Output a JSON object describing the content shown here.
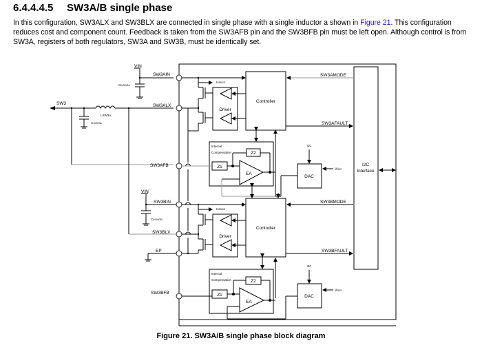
{
  "heading": {
    "number": "6.4.4.4.5",
    "title": "SW3A/B single phase"
  },
  "paragraph": {
    "part1": "In this configuration, SW3ALX and SW3BLX are connected in single phase with a single inductor a shown in ",
    "link": "Figure 21",
    "part2": ". This configuration reduces cost and component count. Feedback is taken from the SW3AFB pin and the SW3BFB pin must be left open. Although control is from SW3A, registers of both regulators, SW3A and SW3B, must be identically set."
  },
  "diagram": {
    "output_label": "SW3",
    "vin_labels": [
      "VIN",
      "VIN"
    ],
    "caps": {
      "cin_a": "C",
      "cin_a_sub": "INSW3A",
      "cout_a": "C",
      "cout_a_sub": "OSW3A",
      "cin_b": "C",
      "cin_b_sub": "INSW3B"
    },
    "inductor": {
      "name": "L",
      "sub": "SW3A"
    },
    "pins": {
      "sw3ain": "SW3AIN",
      "sw3alx": "SW3ALX",
      "sw3afb": "SW3AFB",
      "sw3bin": "SW3BIN",
      "sw3blx": "SW3BLX",
      "ep": "EP",
      "sw3bfb": "SW3BFB"
    },
    "blocks": {
      "controller_a": "Controller",
      "controller_b": "Controller",
      "driver_a": "Driver",
      "driver_b": "Driver",
      "isense": "I",
      "isense_sub": "SENSE",
      "comp_line1": "Internal",
      "comp_line2": "Compensation",
      "z1": "Z1",
      "z2": "Z2",
      "ea": "EA",
      "dac": "DAC",
      "i2c": "I2C",
      "vref": "V",
      "vref_sub": "REF",
      "i2c_iface_line1": "I2C",
      "i2c_iface_line2": "Interface"
    },
    "signals": {
      "sw3amode": "SW3AMODE",
      "sw3afault": "SW3AFAULT",
      "sw3bmode": "SW3BMODE",
      "sw3bfault": "SW3BFAULT"
    }
  },
  "caption": "Figure 21.  SW3A/B single phase block diagram"
}
